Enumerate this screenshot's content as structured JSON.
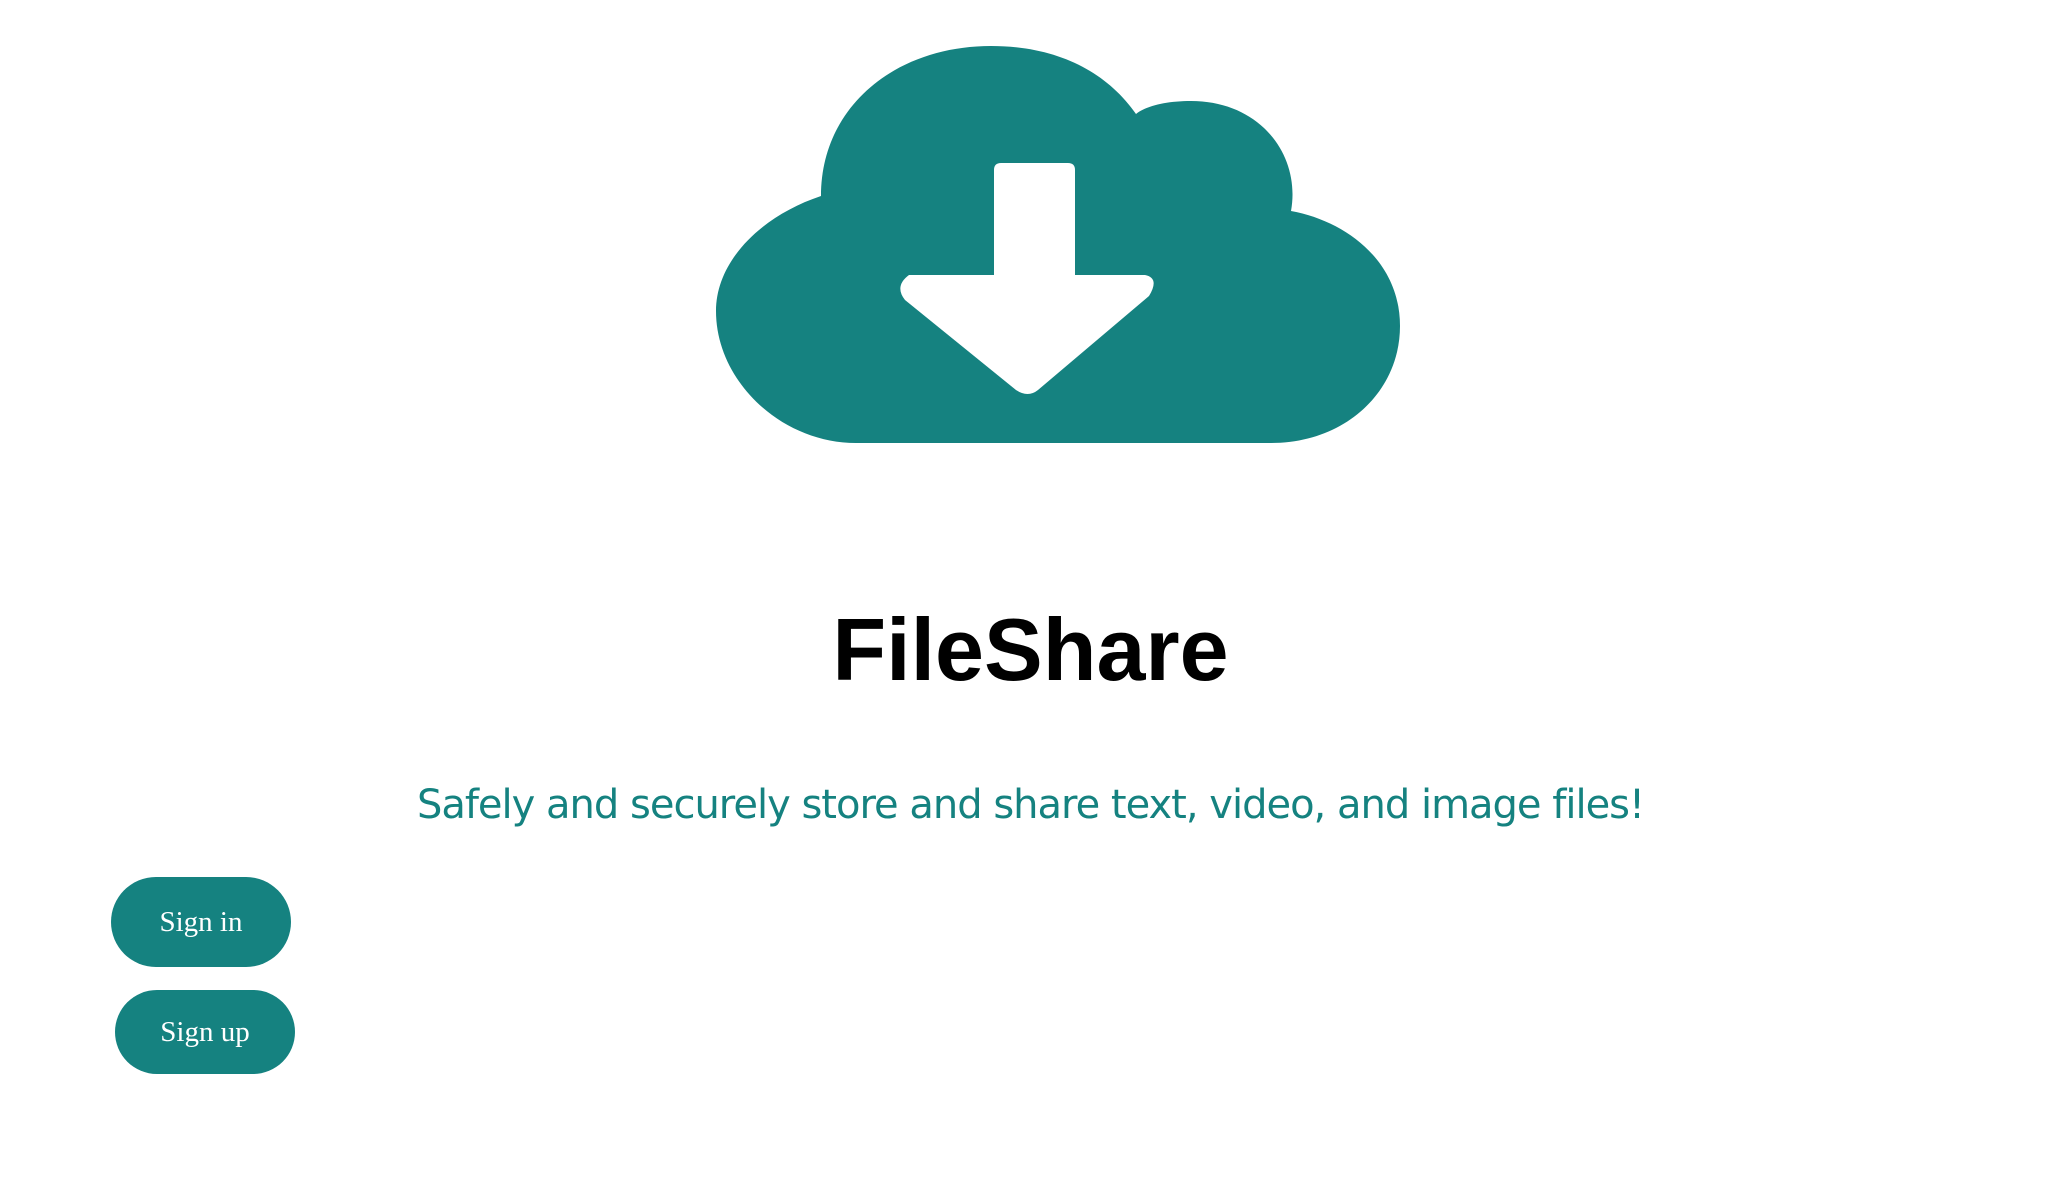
{
  "app": {
    "title": "FileShare",
    "tagline": "Safely and securely store and share text, video, and image files!",
    "logo_icon": "cloud-download-icon"
  },
  "actions": {
    "sign_in_label": "Sign in",
    "sign_up_label": "Sign up"
  },
  "colors": {
    "brand": "#158280",
    "title_text": "#000000",
    "button_text": "#ffffff",
    "background": "#ffffff"
  }
}
